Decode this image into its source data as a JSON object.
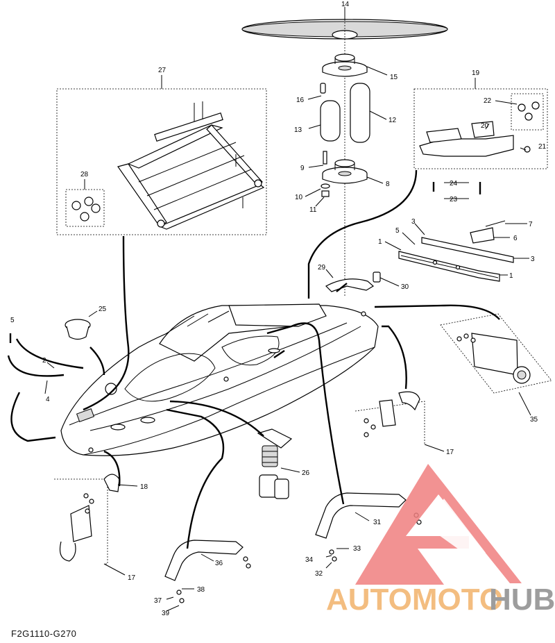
{
  "diagram": {
    "part_code": "F2G1110-G270",
    "callouts": [
      {
        "id": "c14",
        "label": "14"
      },
      {
        "id": "c15",
        "label": "15"
      },
      {
        "id": "c16",
        "label": "16"
      },
      {
        "id": "c12",
        "label": "12"
      },
      {
        "id": "c13",
        "label": "13"
      },
      {
        "id": "c9",
        "label": "9"
      },
      {
        "id": "c8",
        "label": "8"
      },
      {
        "id": "c10",
        "label": "10"
      },
      {
        "id": "c11",
        "label": "11"
      },
      {
        "id": "c27",
        "label": "27"
      },
      {
        "id": "c28",
        "label": "28"
      },
      {
        "id": "c19",
        "label": "19"
      },
      {
        "id": "c22",
        "label": "22"
      },
      {
        "id": "c20",
        "label": "20"
      },
      {
        "id": "c21",
        "label": "21"
      },
      {
        "id": "c24",
        "label": "24"
      },
      {
        "id": "c23",
        "label": "23"
      },
      {
        "id": "c7",
        "label": "7"
      },
      {
        "id": "c3a",
        "label": "3"
      },
      {
        "id": "c5a",
        "label": "5"
      },
      {
        "id": "c6",
        "label": "6"
      },
      {
        "id": "c1a",
        "label": "1"
      },
      {
        "id": "c3b",
        "label": "3"
      },
      {
        "id": "c1b",
        "label": "1"
      },
      {
        "id": "c29",
        "label": "29"
      },
      {
        "id": "c30",
        "label": "30"
      },
      {
        "id": "c25",
        "label": "25"
      },
      {
        "id": "c5b",
        "label": "5"
      },
      {
        "id": "c2",
        "label": "2"
      },
      {
        "id": "c4",
        "label": "4"
      },
      {
        "id": "c35",
        "label": "35"
      },
      {
        "id": "c17a",
        "label": "17"
      },
      {
        "id": "c26",
        "label": "26"
      },
      {
        "id": "c18",
        "label": "18"
      },
      {
        "id": "c17b",
        "label": "17"
      },
      {
        "id": "c31",
        "label": "31"
      },
      {
        "id": "c33",
        "label": "33"
      },
      {
        "id": "c34",
        "label": "34"
      },
      {
        "id": "c32",
        "label": "32"
      },
      {
        "id": "c36",
        "label": "36"
      },
      {
        "id": "c38",
        "label": "38"
      },
      {
        "id": "c37",
        "label": "37"
      },
      {
        "id": "c39",
        "label": "39"
      }
    ]
  },
  "watermark": {
    "text_red": "AUTOMOTO",
    "text_grey": "HUB",
    "color_red": "#f08080",
    "color_orange": "#f2b26b",
    "color_grey": "#8c8c8c"
  }
}
